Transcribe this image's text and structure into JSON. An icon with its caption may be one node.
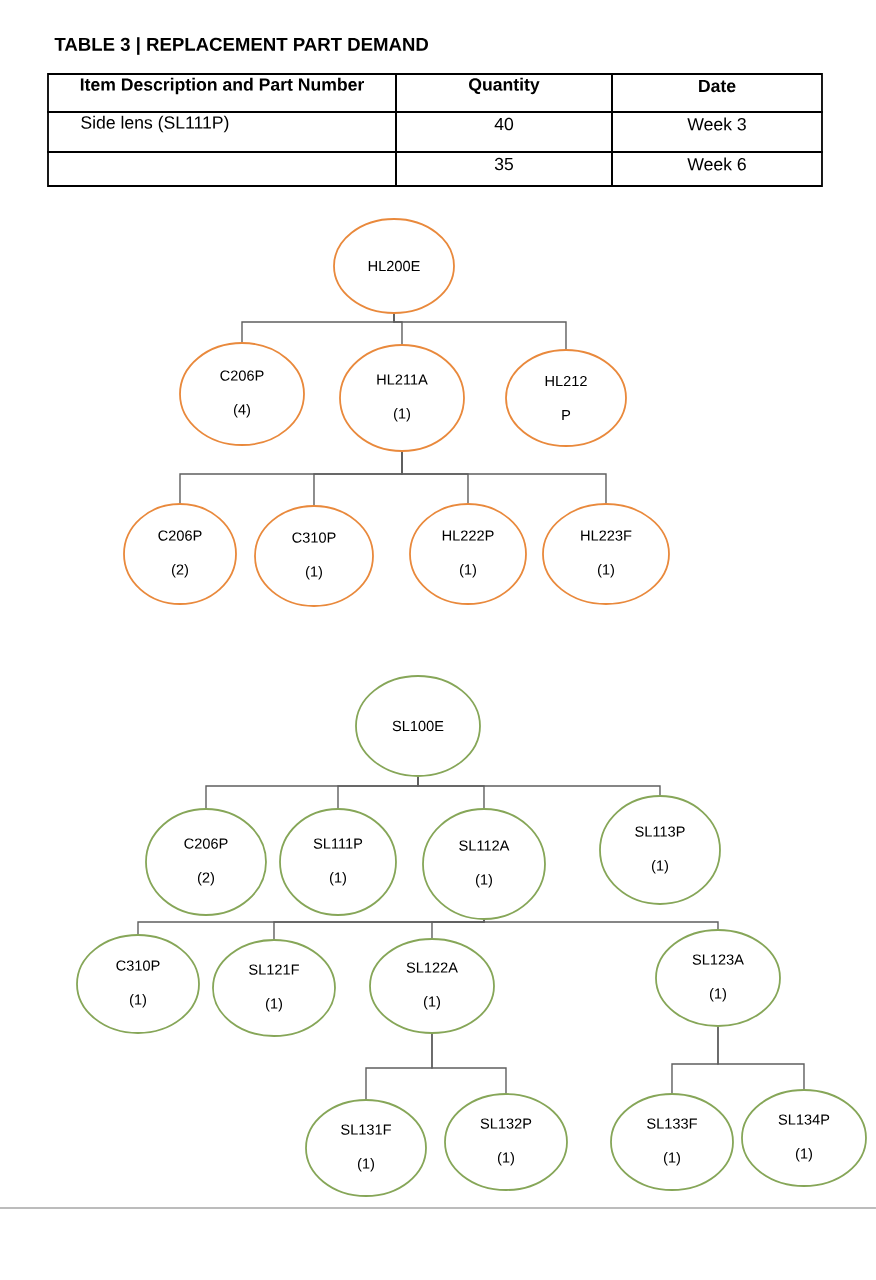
{
  "diagram": {
    "title": "TABLE 3 | REPLACEMENT PART DEMAND",
    "nodes": [
      {
        "text": [
          "HL200E"
        ]
      },
      {
        "text": [
          "C206P",
          "(4)"
        ]
      },
      {
        "text": [
          "HL211A",
          "(1)"
        ]
      },
      {
        "text": [
          "HL212 P"
        ]
      },
      {
        "text": [
          "C206P",
          "(2)"
        ]
      },
      {
        "text": [
          "C310P",
          "(1)"
        ]
      },
      {
        "text": [
          "HL222P",
          "(1)"
        ]
      },
      {
        "text": [
          "HL223F",
          "(1)"
        ]
      },
      {
        "text": [
          "SL100E"
        ]
      },
      {
        "text": [
          "C206P",
          "(2)"
        ]
      },
      {
        "text": [
          "SL111P",
          "(1)"
        ]
      },
      {
        "text": [
          "SL112A",
          "(1)"
        ]
      },
      {
        "text": [
          "SL113P",
          "(1)"
        ]
      },
      {
        "text": [
          "C310P",
          "(1)"
        ]
      },
      {
        "text": [
          "SL121F",
          "(1)"
        ]
      },
      {
        "text": [
          "SL122A",
          "(1)"
        ]
      },
      {
        "text": [
          "SL123A",
          "(1)"
        ]
      },
      {
        "text": [
          "SL131F",
          "(1)"
        ]
      },
      {
        "text": [
          "SL132P",
          "(1)"
        ]
      },
      {
        "text": [
          "SL133F",
          "(1)"
        ]
      },
      {
        "text": [
          "SL134P",
          "(1)"
        ]
      }
    ],
    "edges": [
      {
        "from": 0,
        "to": 1,
        "arrow": "none"
      },
      {
        "from": 0,
        "to": 2,
        "arrow": "none"
      },
      {
        "from": 0,
        "to": 3,
        "arrow": "none"
      },
      {
        "from": 2,
        "to": 4,
        "arrow": "none"
      },
      {
        "from": 2,
        "to": 5,
        "arrow": "none"
      },
      {
        "from": 2,
        "to": 6,
        "arrow": "none"
      },
      {
        "from": 2,
        "to": 7,
        "arrow": "none"
      },
      {
        "from": 8,
        "to": 9,
        "arrow": "none"
      },
      {
        "from": 8,
        "to": 10,
        "arrow": "none"
      },
      {
        "from": 8,
        "to": 11,
        "arrow": "none"
      },
      {
        "from": 8,
        "to": 12,
        "arrow": "none"
      },
      {
        "from": 11,
        "to": 13,
        "arrow": "none"
      },
      {
        "from": 11,
        "to": 14,
        "arrow": "none"
      },
      {
        "from": 11,
        "to": 15,
        "arrow": "none"
      },
      {
        "from": 11,
        "to": 16,
        "arrow": "none"
      },
      {
        "from": 15,
        "to": 17,
        "arrow": "none"
      },
      {
        "from": 15,
        "to": 18,
        "arrow": "none"
      },
      {
        "from": 16,
        "to": 19,
        "arrow": "none"
      },
      {
        "from": 16,
        "to": 20,
        "arrow": "none"
      }
    ],
    "labels": [
      "Item Description and Part Number",
      "Quantity",
      "Date",
      "Side lens (SL111P)",
      "40",
      "Week 3",
      "35",
      "Week 6"
    ]
  }
}
